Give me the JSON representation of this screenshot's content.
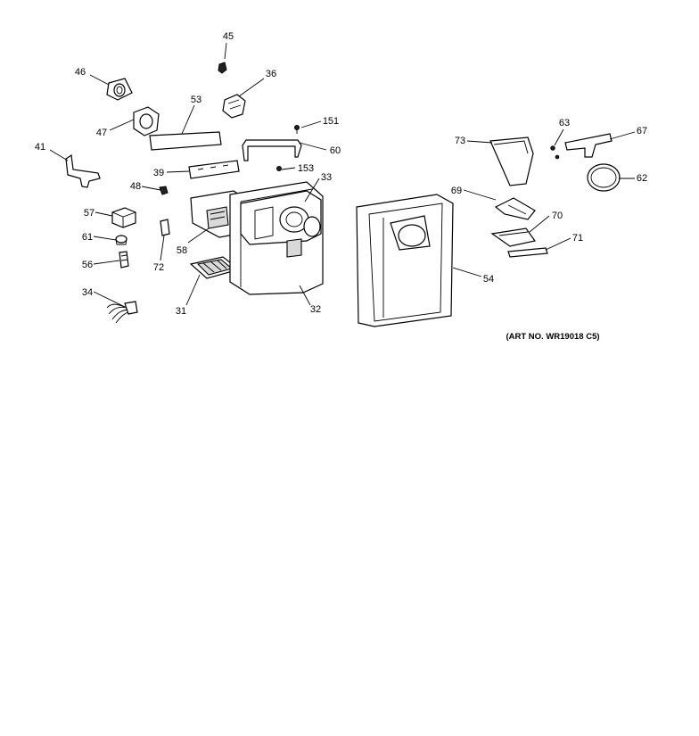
{
  "callouts": [
    {
      "id": "45",
      "text": "45"
    },
    {
      "id": "46",
      "text": "46"
    },
    {
      "id": "36",
      "text": "36"
    },
    {
      "id": "53",
      "text": "53"
    },
    {
      "id": "47",
      "text": "47"
    },
    {
      "id": "151",
      "text": "151"
    },
    {
      "id": "41",
      "text": "41"
    },
    {
      "id": "60",
      "text": "60"
    },
    {
      "id": "63",
      "text": "63"
    },
    {
      "id": "73",
      "text": "73"
    },
    {
      "id": "67",
      "text": "67"
    },
    {
      "id": "39",
      "text": "39"
    },
    {
      "id": "153",
      "text": "153"
    },
    {
      "id": "33",
      "text": "33"
    },
    {
      "id": "62",
      "text": "62"
    },
    {
      "id": "48",
      "text": "48"
    },
    {
      "id": "69",
      "text": "69"
    },
    {
      "id": "57",
      "text": "57"
    },
    {
      "id": "70",
      "text": "70"
    },
    {
      "id": "58",
      "text": "58"
    },
    {
      "id": "61",
      "text": "61"
    },
    {
      "id": "71",
      "text": "71"
    },
    {
      "id": "72",
      "text": "72"
    },
    {
      "id": "56",
      "text": "56"
    },
    {
      "id": "54",
      "text": "54"
    },
    {
      "id": "34",
      "text": "34"
    },
    {
      "id": "31",
      "text": "31"
    },
    {
      "id": "32",
      "text": "32"
    }
  ],
  "art_number": "(ART NO. WR19018 C5)"
}
